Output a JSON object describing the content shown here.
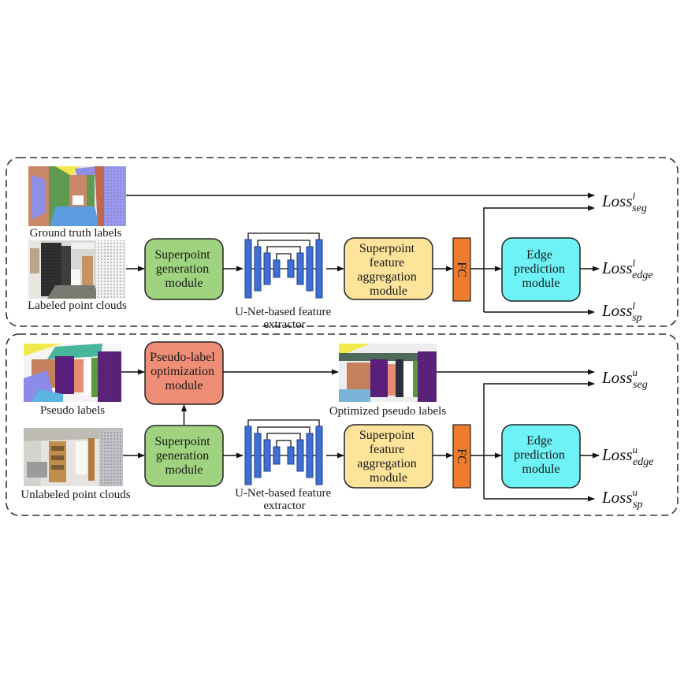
{
  "panels": [
    {
      "id": "labeled",
      "image_top": {
        "caption": "Ground truth labels",
        "kind": "segmentation-labels"
      },
      "image_bottom": {
        "caption": "Labeled point clouds",
        "kind": "rgb-point-cloud"
      },
      "superpoint_gen": [
        "Superpoint",
        "generation",
        "module"
      ],
      "unet_caption": [
        "U-Net-based feature",
        "extractor"
      ],
      "aggregation": [
        "Superpoint",
        "feature",
        "aggregation",
        "module"
      ],
      "fc": "FC",
      "edge": [
        "Edge",
        "prediction",
        "module"
      ],
      "losses": {
        "seg": {
          "base": "Loss",
          "sup": "l",
          "sub": "seg"
        },
        "edge": {
          "base": "Loss",
          "sup": "l",
          "sub": "edge"
        },
        "sp": {
          "base": "Loss",
          "sup": "l",
          "sub": "sp"
        }
      }
    },
    {
      "id": "unlabeled",
      "image_top": {
        "caption": "Pseudo labels",
        "kind": "segmentation-labels"
      },
      "image_bottom": {
        "caption": "Unlabeled point clouds",
        "kind": "rgb-point-cloud"
      },
      "pseudo_opt": [
        "Pseudo-label",
        "optimization",
        "module"
      ],
      "optimized": {
        "caption": "Optimized pseudo labels"
      },
      "superpoint_gen": [
        "Superpoint",
        "generation",
        "module"
      ],
      "unet_caption": [
        "U-Net-based feature",
        "extractor"
      ],
      "aggregation": [
        "Superpoint",
        "feature",
        "aggregation",
        "module"
      ],
      "fc": "FC",
      "edge": [
        "Edge",
        "prediction",
        "module"
      ],
      "losses": {
        "seg": {
          "base": "Loss",
          "sup": "u",
          "sub": "seg"
        },
        "edge": {
          "base": "Loss",
          "sup": "u",
          "sub": "edge"
        },
        "sp": {
          "base": "Loss",
          "sup": "u",
          "sub": "sp"
        }
      }
    }
  ],
  "colors": {
    "superpoint_gen": "#9fd37f",
    "aggregation": "#fde49a",
    "fc": "#ee7c2f",
    "edge": "#6ef2f6",
    "pseudo_opt": "#ee8e77",
    "unet_block": "#3f6fd1"
  }
}
